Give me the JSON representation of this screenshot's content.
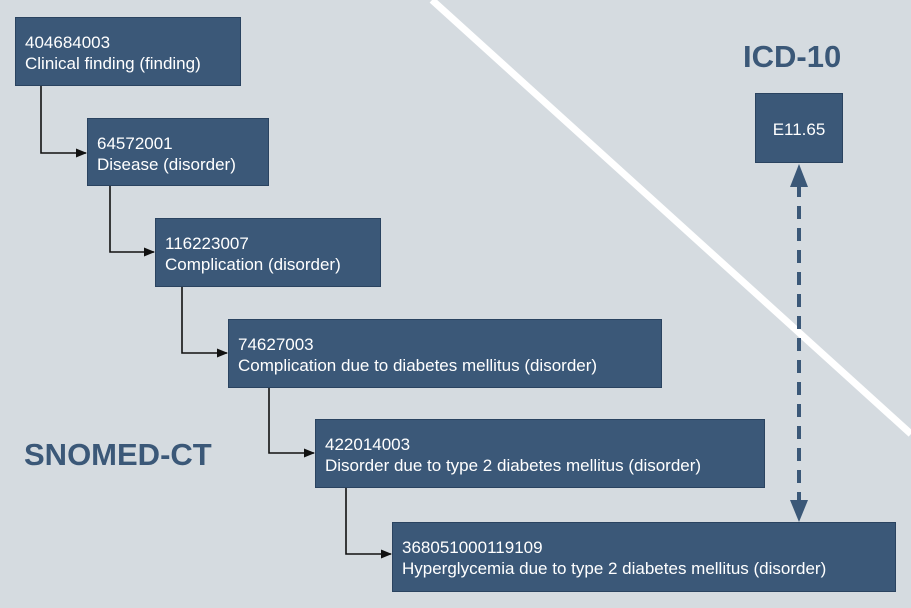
{
  "snomed": {
    "label": "SNOMED-CT",
    "concepts": [
      {
        "code": "404684003",
        "name": "Clinical finding (finding)"
      },
      {
        "code": "64572001",
        "name": "Disease (disorder)"
      },
      {
        "code": "116223007",
        "name": "Complication (disorder)"
      },
      {
        "code": "74627003",
        "name": "Complication due to diabetes mellitus (disorder)"
      },
      {
        "code": "422014003",
        "name": "Disorder due to type 2 diabetes mellitus (disorder)"
      },
      {
        "code": "368051000119109",
        "name": "Hyperglycemia due to type 2 diabetes mellitus (disorder)"
      }
    ]
  },
  "icd10": {
    "label": "ICD-10",
    "code": "E11.65"
  },
  "colors": {
    "background": "#d5dbe0",
    "node_fill": "#3b5878",
    "node_text": "#ffffff",
    "divider": "#ffffff",
    "mapping_arrow": "#3b5878"
  }
}
